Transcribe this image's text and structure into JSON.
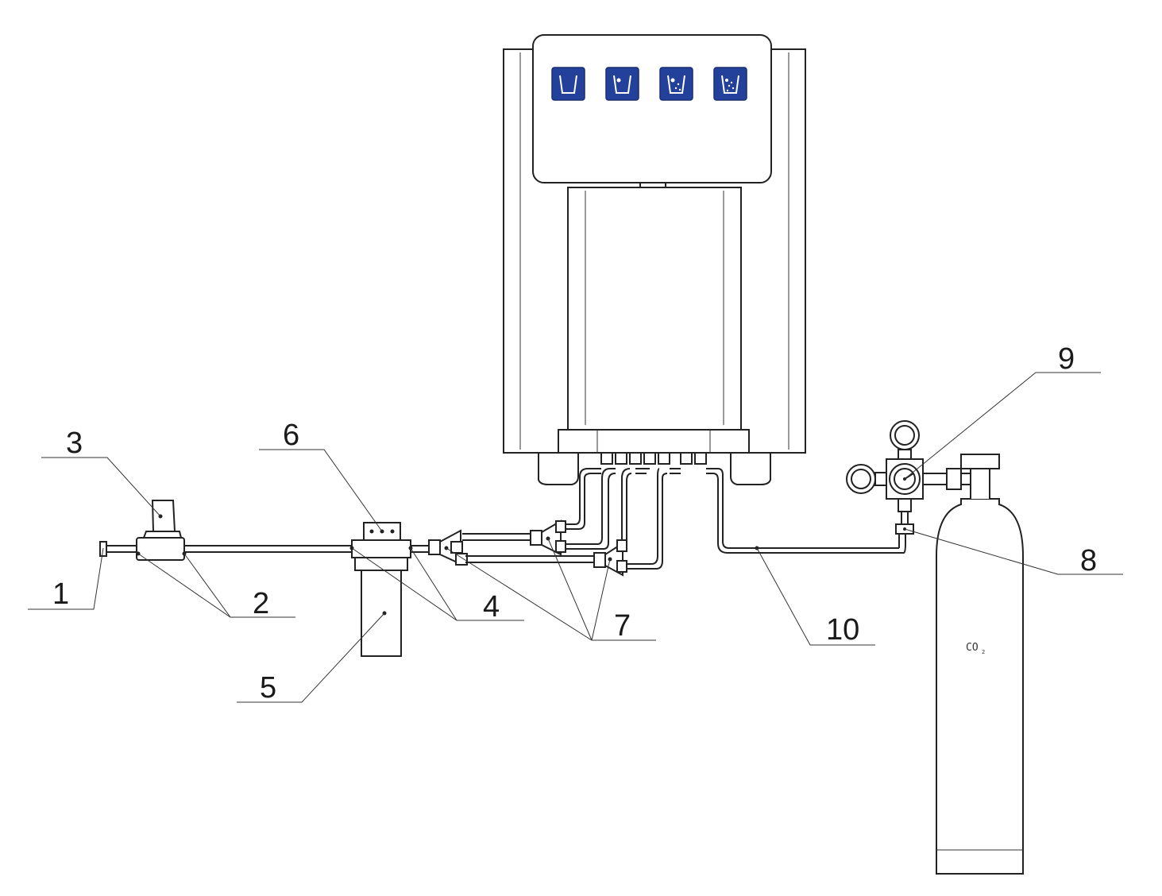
{
  "callouts": [
    {
      "id": "1",
      "label": "1"
    },
    {
      "id": "2",
      "label": "2"
    },
    {
      "id": "3",
      "label": "3"
    },
    {
      "id": "4",
      "label": "4"
    },
    {
      "id": "5",
      "label": "5"
    },
    {
      "id": "6",
      "label": "6"
    },
    {
      "id": "7",
      "label": "7"
    },
    {
      "id": "8",
      "label": "8"
    },
    {
      "id": "9",
      "label": "9"
    },
    {
      "id": "10",
      "label": "10"
    }
  ],
  "cylinder": {
    "label": "CO",
    "subscript": "2"
  },
  "dispenser": {
    "buttons": [
      {
        "icon": "still-water-glass-icon"
      },
      {
        "icon": "chilled-water-glass-icon"
      },
      {
        "icon": "chilled-sparkling-water-glass-icon"
      },
      {
        "icon": "sparkling-water-glass-icon"
      }
    ]
  },
  "colors": {
    "line": "#222222",
    "button": "#23409a",
    "background": "#ffffff"
  }
}
